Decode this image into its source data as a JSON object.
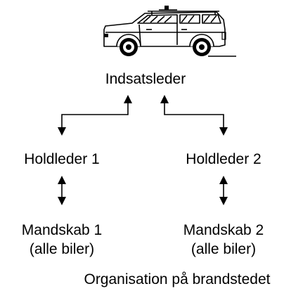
{
  "nodes": {
    "top": "Indsatsleder",
    "left_leader": "Holdleder 1",
    "right_leader": "Holdleder 2",
    "left_crew_line1": "Mandskab 1",
    "left_crew_line2": "(alle biler)",
    "right_crew_line1": "Mandskab 2",
    "right_crew_line2": "(alle biler)"
  },
  "caption": "Organisation på brandstedet",
  "icons": {
    "vehicle": "command-car-icon"
  }
}
